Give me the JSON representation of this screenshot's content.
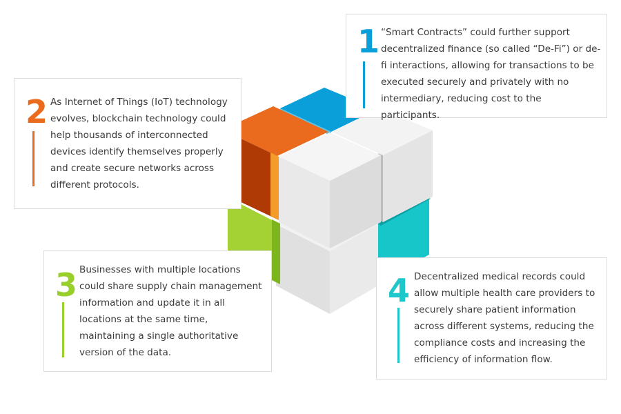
{
  "items": [
    {
      "number": "1",
      "color": "#0a9fd8",
      "text": "“Smart Contracts” could further support decentralized finance (so called “De-Fi”) or de-fi interactions, allowing for transactions to be executed securely and privately with no intermediary, reducing cost to the participants."
    },
    {
      "number": "2",
      "color": "#ea6b1e",
      "text": "As Internet of Things (IoT) technology evolves, blockchain technology could help thousands of interconnected devices identify themselves properly and create secure networks across different protocols."
    },
    {
      "number": "3",
      "color": "#98cf2a",
      "text": "Businesses with multiple locations could share supply chain management information and update it in all locations at the same time, maintaining a single authoritative version of the data."
    },
    {
      "number": "4",
      "color": "#1ec7c9",
      "text": "Decentralized medical records could allow multiple health care providers to securely share patient information across different systems, reducing the compliance costs and increasing the efficiency of information flow."
    }
  ]
}
